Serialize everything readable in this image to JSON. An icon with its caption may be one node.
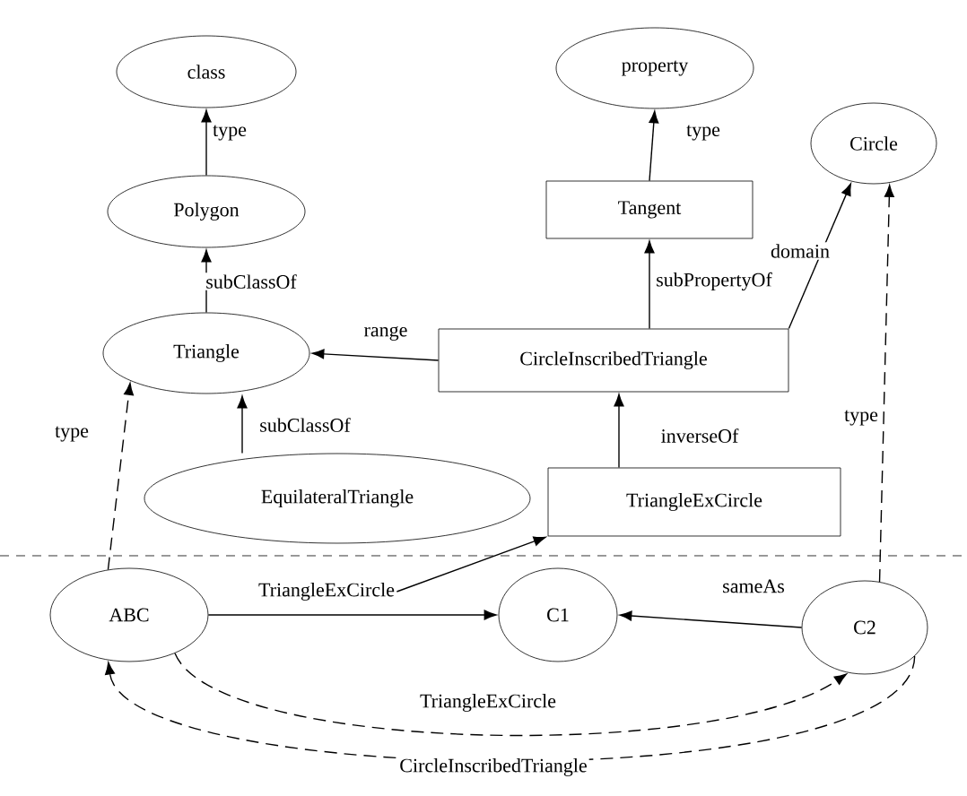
{
  "diagram": {
    "nodes": [
      {
        "text": [
          "class"
        ]
      },
      {
        "text": [
          "property"
        ]
      },
      {
        "text": [
          "Circle"
        ]
      },
      {
        "text": [
          "Polygon"
        ]
      },
      {
        "text": [
          "Tangent"
        ]
      },
      {
        "text": [
          "Triangle"
        ]
      },
      {
        "text": [
          "CircleInscribedTriangle"
        ]
      },
      {
        "text": [
          "EquilateralTriangle"
        ]
      },
      {
        "text": [
          "TriangleExCircle"
        ]
      },
      {
        "text": [
          "ABC"
        ]
      },
      {
        "text": [
          "C1"
        ]
      },
      {
        "text": [
          "C2"
        ]
      },
      {
        "text": [
          "TriangleExCircle"
        ]
      }
    ],
    "edges": [
      {
        "from": 3,
        "to": 0,
        "arrow": "to",
        "label": "type"
      },
      {
        "from": 4,
        "to": 1,
        "arrow": "to",
        "label": "type"
      },
      {
        "from": 5,
        "to": 3,
        "arrow": "to",
        "label": "subClassOf"
      },
      {
        "from": 6,
        "to": 5,
        "arrow": "to",
        "label": "range"
      },
      {
        "from": 6,
        "to": 4,
        "arrow": "to",
        "label": "subPropertyOf"
      },
      {
        "from": 6,
        "to": 2,
        "arrow": "to",
        "label": "domain"
      },
      {
        "from": 7,
        "to": 5,
        "arrow": "to",
        "label": "subClassOf"
      },
      {
        "from": 8,
        "to": 6,
        "arrow": "to",
        "label": "inverseOf"
      },
      {
        "from": 9,
        "to": 5,
        "arrow": "to",
        "label": "type",
        "style": "dashed"
      },
      {
        "from": 11,
        "to": 2,
        "arrow": "to",
        "label": "type",
        "style": "dashed"
      },
      {
        "from": 12,
        "to": 8,
        "arrow": "to"
      },
      {
        "from": 9,
        "to": 10,
        "arrow": "to"
      },
      {
        "from": 11,
        "to": 10,
        "arrow": "to",
        "label": "sameAs"
      },
      {
        "from": 9,
        "to": 11,
        "arrow": "to",
        "label": "TriangleExCircle",
        "style": "dashed"
      },
      {
        "from": 11,
        "to": 9,
        "arrow": "to",
        "label": "CircleInscribedTriangle",
        "style": "dashed"
      }
    ]
  }
}
